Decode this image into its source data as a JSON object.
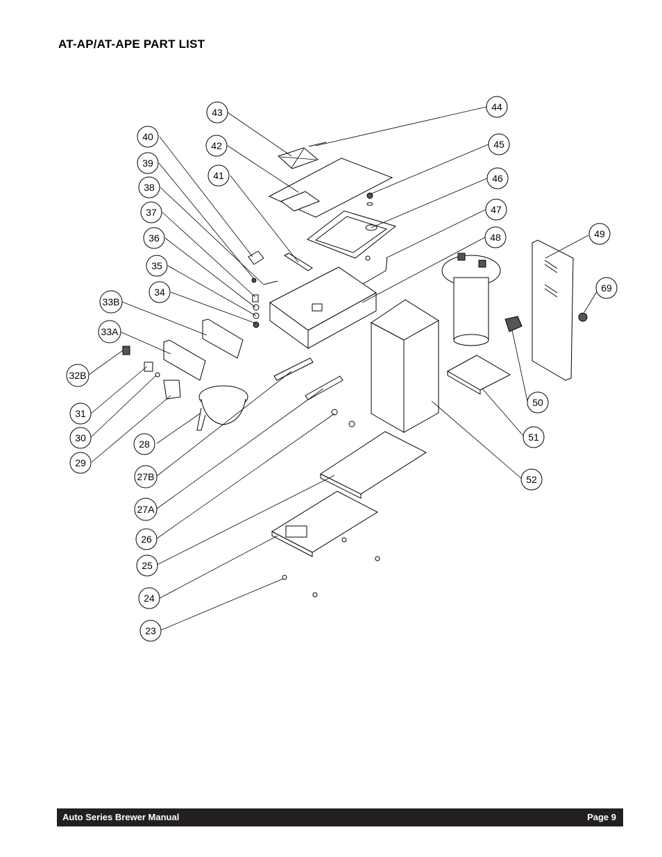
{
  "header": {
    "title": "AT-AP/AT-APE PART LIST"
  },
  "footer": {
    "manual": "Auto Series Brewer Manual",
    "page": "Page 9"
  },
  "callouts": [
    "43",
    "44",
    "40",
    "42",
    "45",
    "39",
    "41",
    "46",
    "38",
    "47",
    "37",
    "48",
    "36",
    "49",
    "35",
    "69",
    "34",
    "33B",
    "33A",
    "32B",
    "50",
    "31",
    "51",
    "30",
    "28",
    "29",
    "52",
    "27B",
    "27A",
    "26",
    "25",
    "24",
    "23"
  ]
}
